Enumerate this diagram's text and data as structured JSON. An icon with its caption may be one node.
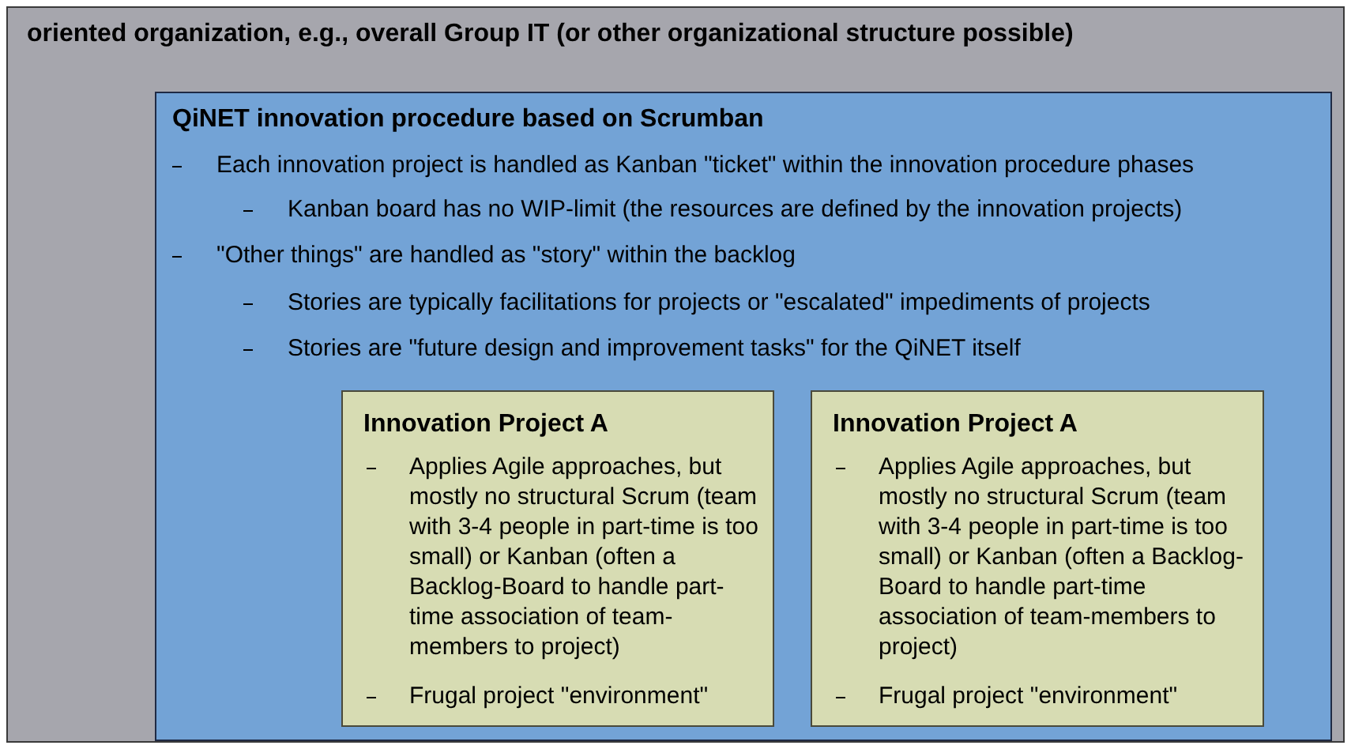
{
  "diagram": {
    "nodes": [
      {
        "text": [
          "oriented organization, e.g., overall Group IT (or other organizational structure possible)"
        ]
      },
      {
        "text": [
          "QiNET innovation procedure based on Scrumban",
          "Each innovation project is handled as Kanban \"ticket\" within the innovation procedure phases",
          "Kanban board has no WIP-limit (the resources are defined by the innovation projects)",
          "\"Other things\" are handled as \"story\" within the backlog",
          "Stories are typically facilitations for projects or \"escalated\" impediments of projects",
          "Stories are \"future design and improvement tasks\" for the QiNET itself"
        ],
        "in": 0
      },
      {
        "text": [
          "Innovation Project A",
          "Applies Agile approaches, but mostly no structural Scrum (team with 3-4 people in part-time is too small) or Kanban (often a Backlog-Board to handle part-time association of team-members to project)",
          "Frugal project \"environment\""
        ],
        "in": 1
      },
      {
        "text": [
          "Innovation Project A",
          "Applies Agile approaches, but mostly no structural Scrum (team with 3-4 people in part-time is too small) or Kanban (often a Backlog-Board to handle part-time association of team-members to project)",
          "Frugal project \"environment\""
        ],
        "in": 1
      }
    ]
  }
}
